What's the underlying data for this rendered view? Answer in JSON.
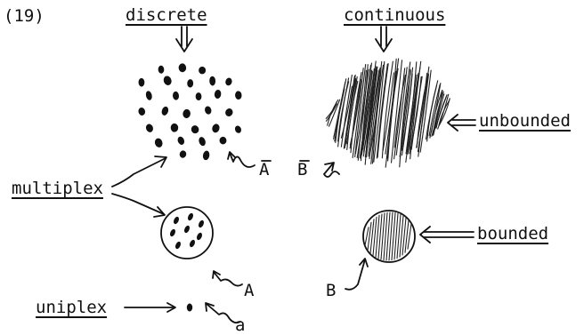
{
  "figure": {
    "number": "(19)",
    "columns": {
      "discrete": "discrete",
      "continuous": "continuous"
    },
    "rows": {
      "unbounded": "unbounded",
      "bounded": "bounded"
    },
    "side_labels": {
      "multiplex": "multiplex",
      "uniplex": "uniplex"
    },
    "symbols": {
      "discrete_unbounded": "A",
      "continuous_unbounded": "B",
      "discrete_bounded": "A",
      "continuous_bounded": "B",
      "uniplex": "a"
    }
  }
}
